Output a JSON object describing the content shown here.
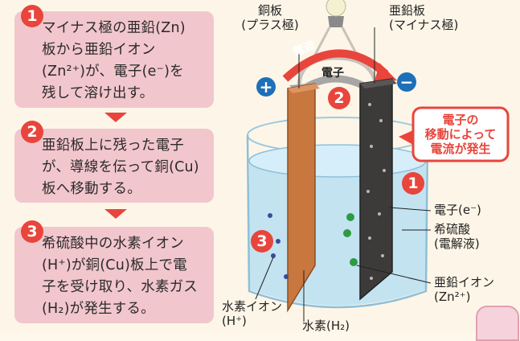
{
  "steps": [
    {
      "number": "1",
      "lines": [
        "マイナス極の亜鉛(Zn)",
        "板から亜鉛イオン",
        "(Zn²⁺)が、電子(e⁻)を",
        "残して溶け出す。"
      ]
    },
    {
      "number": "2",
      "lines": [
        "亜鉛板上に残った電子",
        "が、導線を伝って銅(Cu)",
        "板へ移動する。"
      ]
    },
    {
      "number": "3",
      "lines": [
        "希硫酸中の水素イオン",
        "(H⁺)が銅(Cu)板上で電",
        "子を受け取り、水素ガス",
        "(H₂)が発生する。"
      ]
    }
  ],
  "diagram": {
    "copper_label": [
      "銅板",
      "(プラス極)"
    ],
    "zinc_label": [
      "亜鉛板",
      "(マイナス極)"
    ],
    "current_label": "電流",
    "electron_label": "電子",
    "plus_sign": "+",
    "minus_sign": "−",
    "marker_2": "2",
    "marker_1": "1",
    "marker_3": "3",
    "callout": [
      "電子の",
      "移動によって",
      "電流が発生"
    ],
    "electron_e_label": "電子(e⁻)",
    "acid_label": [
      "希硫酸",
      "(電解液)"
    ],
    "zinc_ion_label": [
      "亜鉛イオン",
      "(Zn²⁺)"
    ],
    "hydrogen_ion_label": [
      "水素イオン",
      "(H⁺)"
    ],
    "hydrogen_label": "水素(H₂)"
  },
  "colors": {
    "accent": "#e8453c",
    "box": "#f2c6cd",
    "copper": "#c8773f",
    "zinc": "#3d3a3a",
    "liquid": "#b9dff2"
  }
}
